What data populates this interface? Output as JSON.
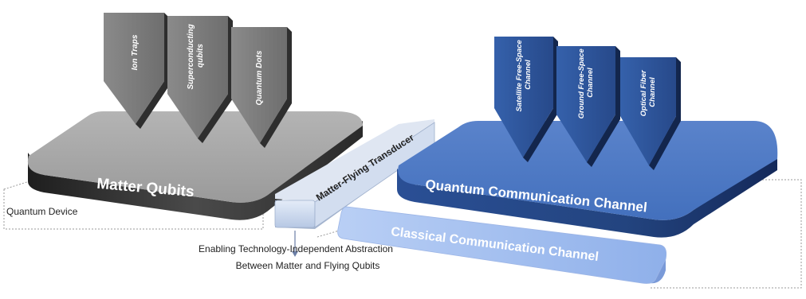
{
  "matter": {
    "platform_label": "Matter Qubits",
    "arrows": [
      "Ion Traps",
      "Superconducting qubits",
      "Quantum Dots"
    ]
  },
  "transducer": {
    "label": "Matter-Flying Transducer"
  },
  "quantum_channel": {
    "platform_label": "Quantum Communication Channel",
    "arrows": [
      "Satellite Free-Space Channel",
      "Ground Free-Space Channel",
      "Optical Fiber Channel"
    ]
  },
  "classical_channel": {
    "label": "Classical Communication Channel"
  },
  "device_label": "Quantum Device",
  "annotation": {
    "line1": "Enabling Technology-Independent Abstraction",
    "line2": "Between Matter and Flying Qubits"
  },
  "colors": {
    "matter_top": "#a6a6a6",
    "matter_side": "#3a3a3a",
    "arrow_gray": "#7f7f7f",
    "arrow_gray_dark": "#2e2e2e",
    "quantum_top": "#4f79c2",
    "quantum_side": "#1f3f7a",
    "arrow_blue": "#2f5597",
    "arrow_blue_dark": "#13264d",
    "classical_top": "#a9c3f0",
    "classical_side": "#7a9ad8",
    "transducer": "#c9d6ec"
  }
}
